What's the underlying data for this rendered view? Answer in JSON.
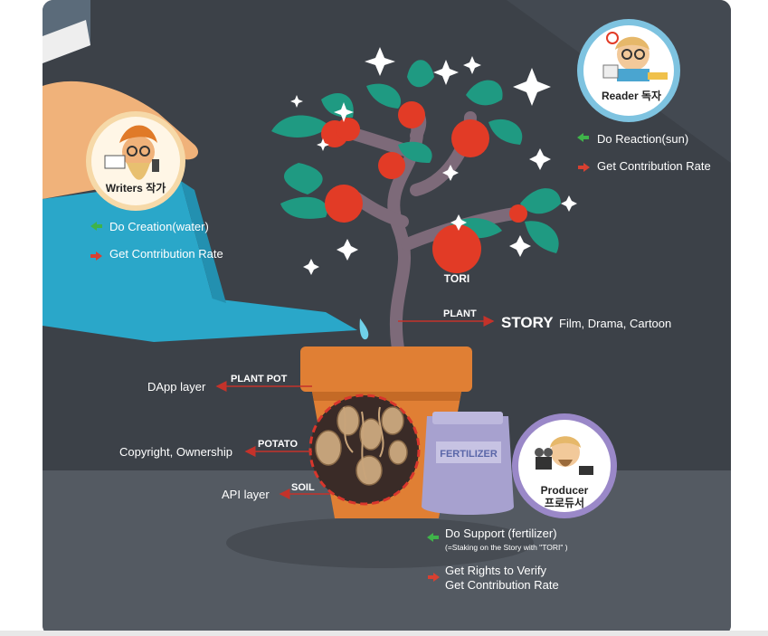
{
  "writers": {
    "title": "Writers 작가",
    "action": "Do Creation(water)",
    "reward": "Get Contribution Rate"
  },
  "reader": {
    "title": "Reader 독자",
    "action": "Do Reaction(sun)",
    "reward": "Get Contribution Rate"
  },
  "producer": {
    "title_line1": "Producer",
    "title_line2": "프로듀서",
    "action": "Do Support (fertilizer)",
    "action_note": "(=Staking on the Story with \"TORI\" )",
    "reward_line1": "Get Rights to Verify",
    "reward_line2": "Get Contribution Rate"
  },
  "fruit_label": "TORI",
  "plant": {
    "label": "PLANT",
    "story": "STORY",
    "story_media": "Film, Drama, Cartoon"
  },
  "plant_pot": {
    "label": "PLANT POT",
    "meaning": "DApp layer"
  },
  "potato": {
    "label": "POTATO",
    "meaning": "Copyright, Ownership"
  },
  "soil": {
    "label": "SOIL",
    "meaning": "API layer"
  },
  "fertilizer_label": "FERTILIZER",
  "colors": {
    "background": "#3c4148",
    "ground": "#545a62",
    "water": "#2aa7c9",
    "pot": "#e07f34",
    "tomato": "#e23b26",
    "leaf": "#1f9a82",
    "stem": "#7d6a79",
    "green_arrow": "#3fb34a",
    "red_arrow": "#d84031",
    "pointer_line": "#c4322a",
    "fertilizer_bag": "#a7a1cf"
  }
}
